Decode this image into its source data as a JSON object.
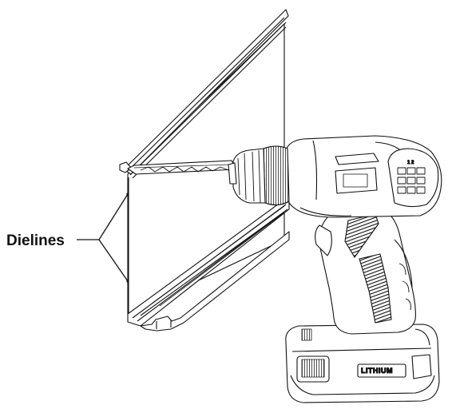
{
  "callout": {
    "label": "Dielines"
  },
  "drill": {
    "battery_label": "LITHIUM",
    "speed_label": "1 2"
  },
  "colors": {
    "ink": "#111111",
    "hatch": "#333333",
    "background": "#ffffff"
  }
}
